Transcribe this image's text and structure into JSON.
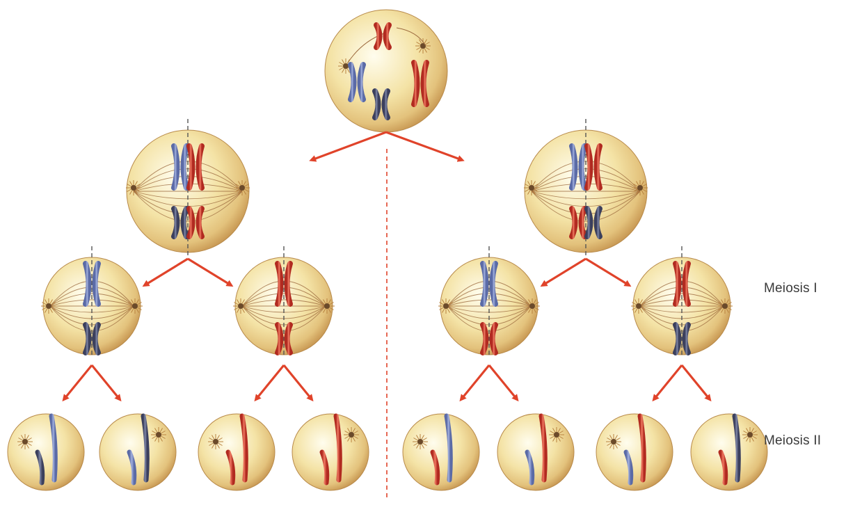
{
  "labels": {
    "meiosis_1": "Meiosis I",
    "meiosis_2": "Meiosis II"
  },
  "colors": {
    "arrow": "#e0432a",
    "divider": "#e0432a",
    "cell_fill_light": "#fdf6d2",
    "cell_fill_dark": "#d9b46a",
    "spindle": "#9c6a3e",
    "chromosome_blue": "#7b8fc7",
    "chromosome_red": "#d94a3a",
    "chromosome_dark": "#555a78"
  },
  "diagram": {
    "root_cell": "parent cell with replicated chromosome pairs",
    "lineages": [
      "left lineage",
      "right lineage"
    ],
    "stages": [
      "metaphase I",
      "metaphase II",
      "gametes"
    ]
  }
}
